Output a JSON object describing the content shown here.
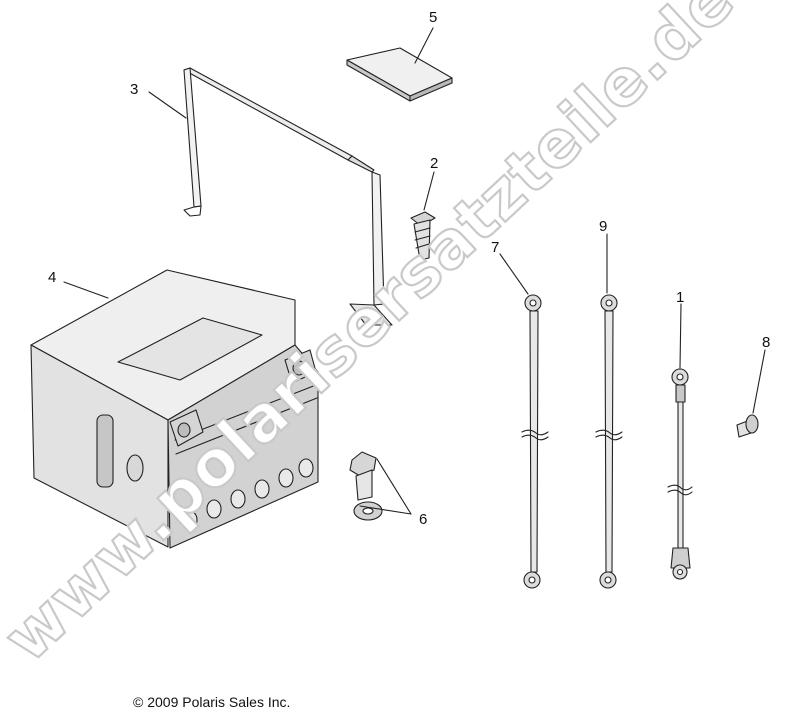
{
  "watermark": "www.polarisersatzteile.de",
  "copyright": "© 2009 Polaris Sales Inc.",
  "callouts": {
    "c1": "1",
    "c2": "2",
    "c3": "3",
    "c4": "4",
    "c5": "5",
    "c6": "6",
    "c7": "7",
    "c8": "8",
    "c9": "9"
  },
  "colors": {
    "line": "#222222",
    "fill_light": "#eeeeee",
    "fill_mid": "#dcdcdc",
    "fill_dark": "#c8c8c8",
    "watermark_outline": "#c9c9c9"
  }
}
